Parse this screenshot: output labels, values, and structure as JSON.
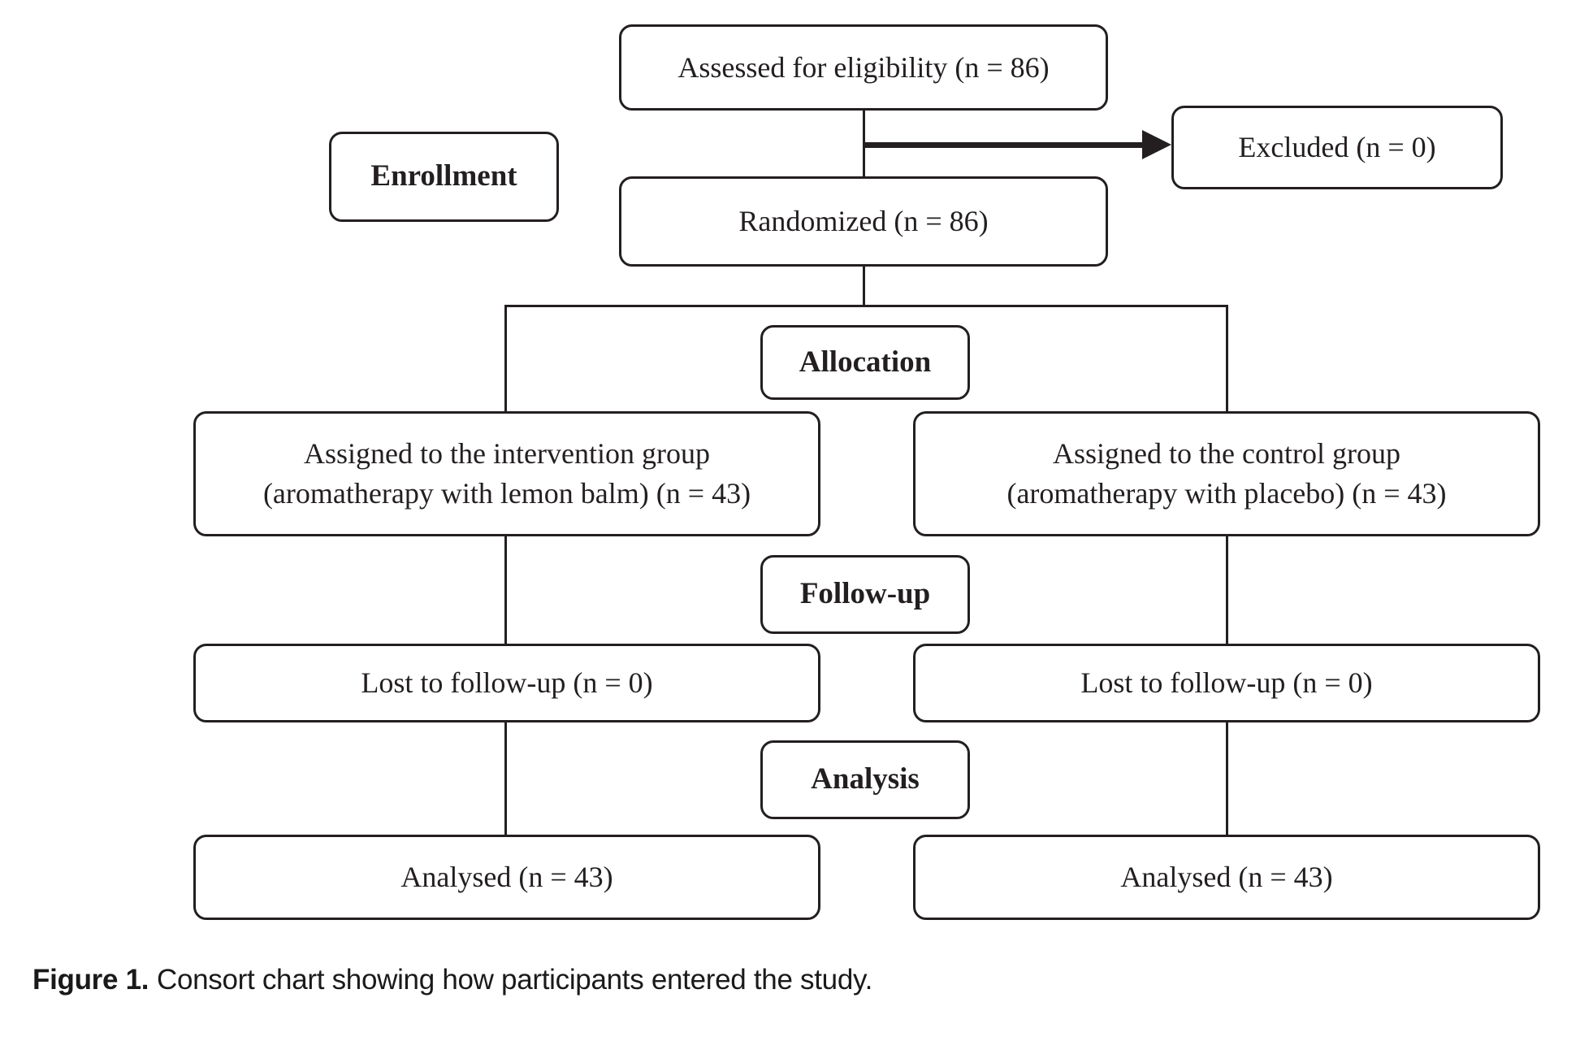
{
  "diagram": {
    "boxes": {
      "assessed": {
        "label": "Assessed for eligibility (n = 86)"
      },
      "excluded": {
        "label": "Excluded (n = 0)"
      },
      "enrollment": {
        "label": "Enrollment"
      },
      "randomized": {
        "label": "Randomized (n = 86)"
      },
      "allocation": {
        "label": "Allocation"
      },
      "assigned_intervention": {
        "line1": "Assigned to the intervention group",
        "line2": "(aromatherapy with lemon balm) (n = 43)"
      },
      "assigned_control": {
        "line1": "Assigned to the control group",
        "line2": "(aromatherapy with placebo) (n = 43)"
      },
      "followup": {
        "label": "Follow-up"
      },
      "lost_intervention": {
        "label": "Lost to follow-up (n = 0)"
      },
      "lost_control": {
        "label": "Lost to follow-up (n = 0)"
      },
      "analysis": {
        "label": "Analysis"
      },
      "analysed_intervention": {
        "label": "Analysed (n = 43)"
      },
      "analysed_control": {
        "label": "Analysed (n = 43)"
      }
    },
    "caption": {
      "label": "Figure 1.",
      "text": "Consort chart showing how participants entered the study."
    },
    "colors": {
      "stroke": "#231f20",
      "background": "#ffffff"
    }
  }
}
